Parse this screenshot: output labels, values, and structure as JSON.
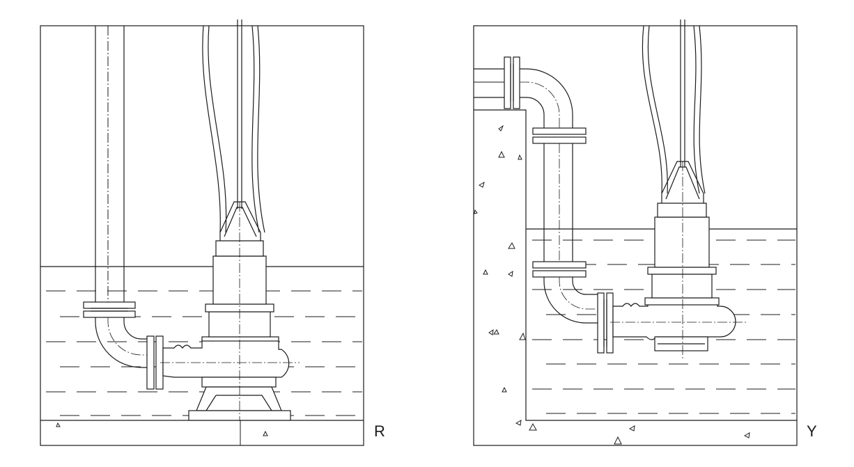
{
  "diagrams": [
    {
      "id": "R",
      "label": "R"
    },
    {
      "id": "Y",
      "label": "Y"
    }
  ]
}
